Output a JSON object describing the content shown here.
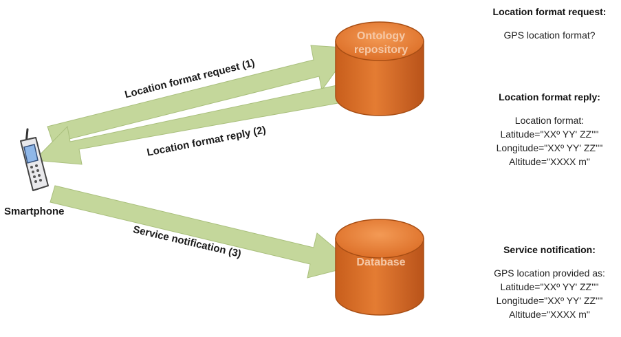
{
  "nodes": {
    "ontology": {
      "line1": "Ontology",
      "line2": "repository"
    },
    "database": {
      "label": "Database"
    },
    "smartphone": {
      "label": "Smartphone"
    }
  },
  "arrows": {
    "request": "Location format request (1)",
    "reply": "Location format reply (2)",
    "notification": "Service notification (3)"
  },
  "panels": {
    "request": {
      "title": "Location format request:",
      "lines": [
        "GPS location format?"
      ]
    },
    "reply": {
      "title": "Location format reply:",
      "lines": [
        "Location format:",
        "Latitude=\"XXº YY' ZZ''\"",
        "Longitude=\"XXº YY' ZZ''\"",
        "Altitude=\"XXXX m\""
      ]
    },
    "notification": {
      "title": "Service notification:",
      "lines": [
        "GPS location provided as:",
        "Latitude=\"XXº YY' ZZ''\"",
        "Longitude=\"XXº YY' ZZ''\"",
        "Altitude=\"XXXX m\""
      ]
    }
  },
  "colors": {
    "arrow_fill": "#c4d79b",
    "arrow_stroke": "#a9bf7c",
    "cylinder_body": "#e0782d",
    "cylinder_top": "#eb8b42",
    "cylinder_edge": "#a84e14",
    "cylinder_text": "#f5c9a8"
  },
  "icons": {
    "smartphone": "mobile-phone-icon"
  }
}
